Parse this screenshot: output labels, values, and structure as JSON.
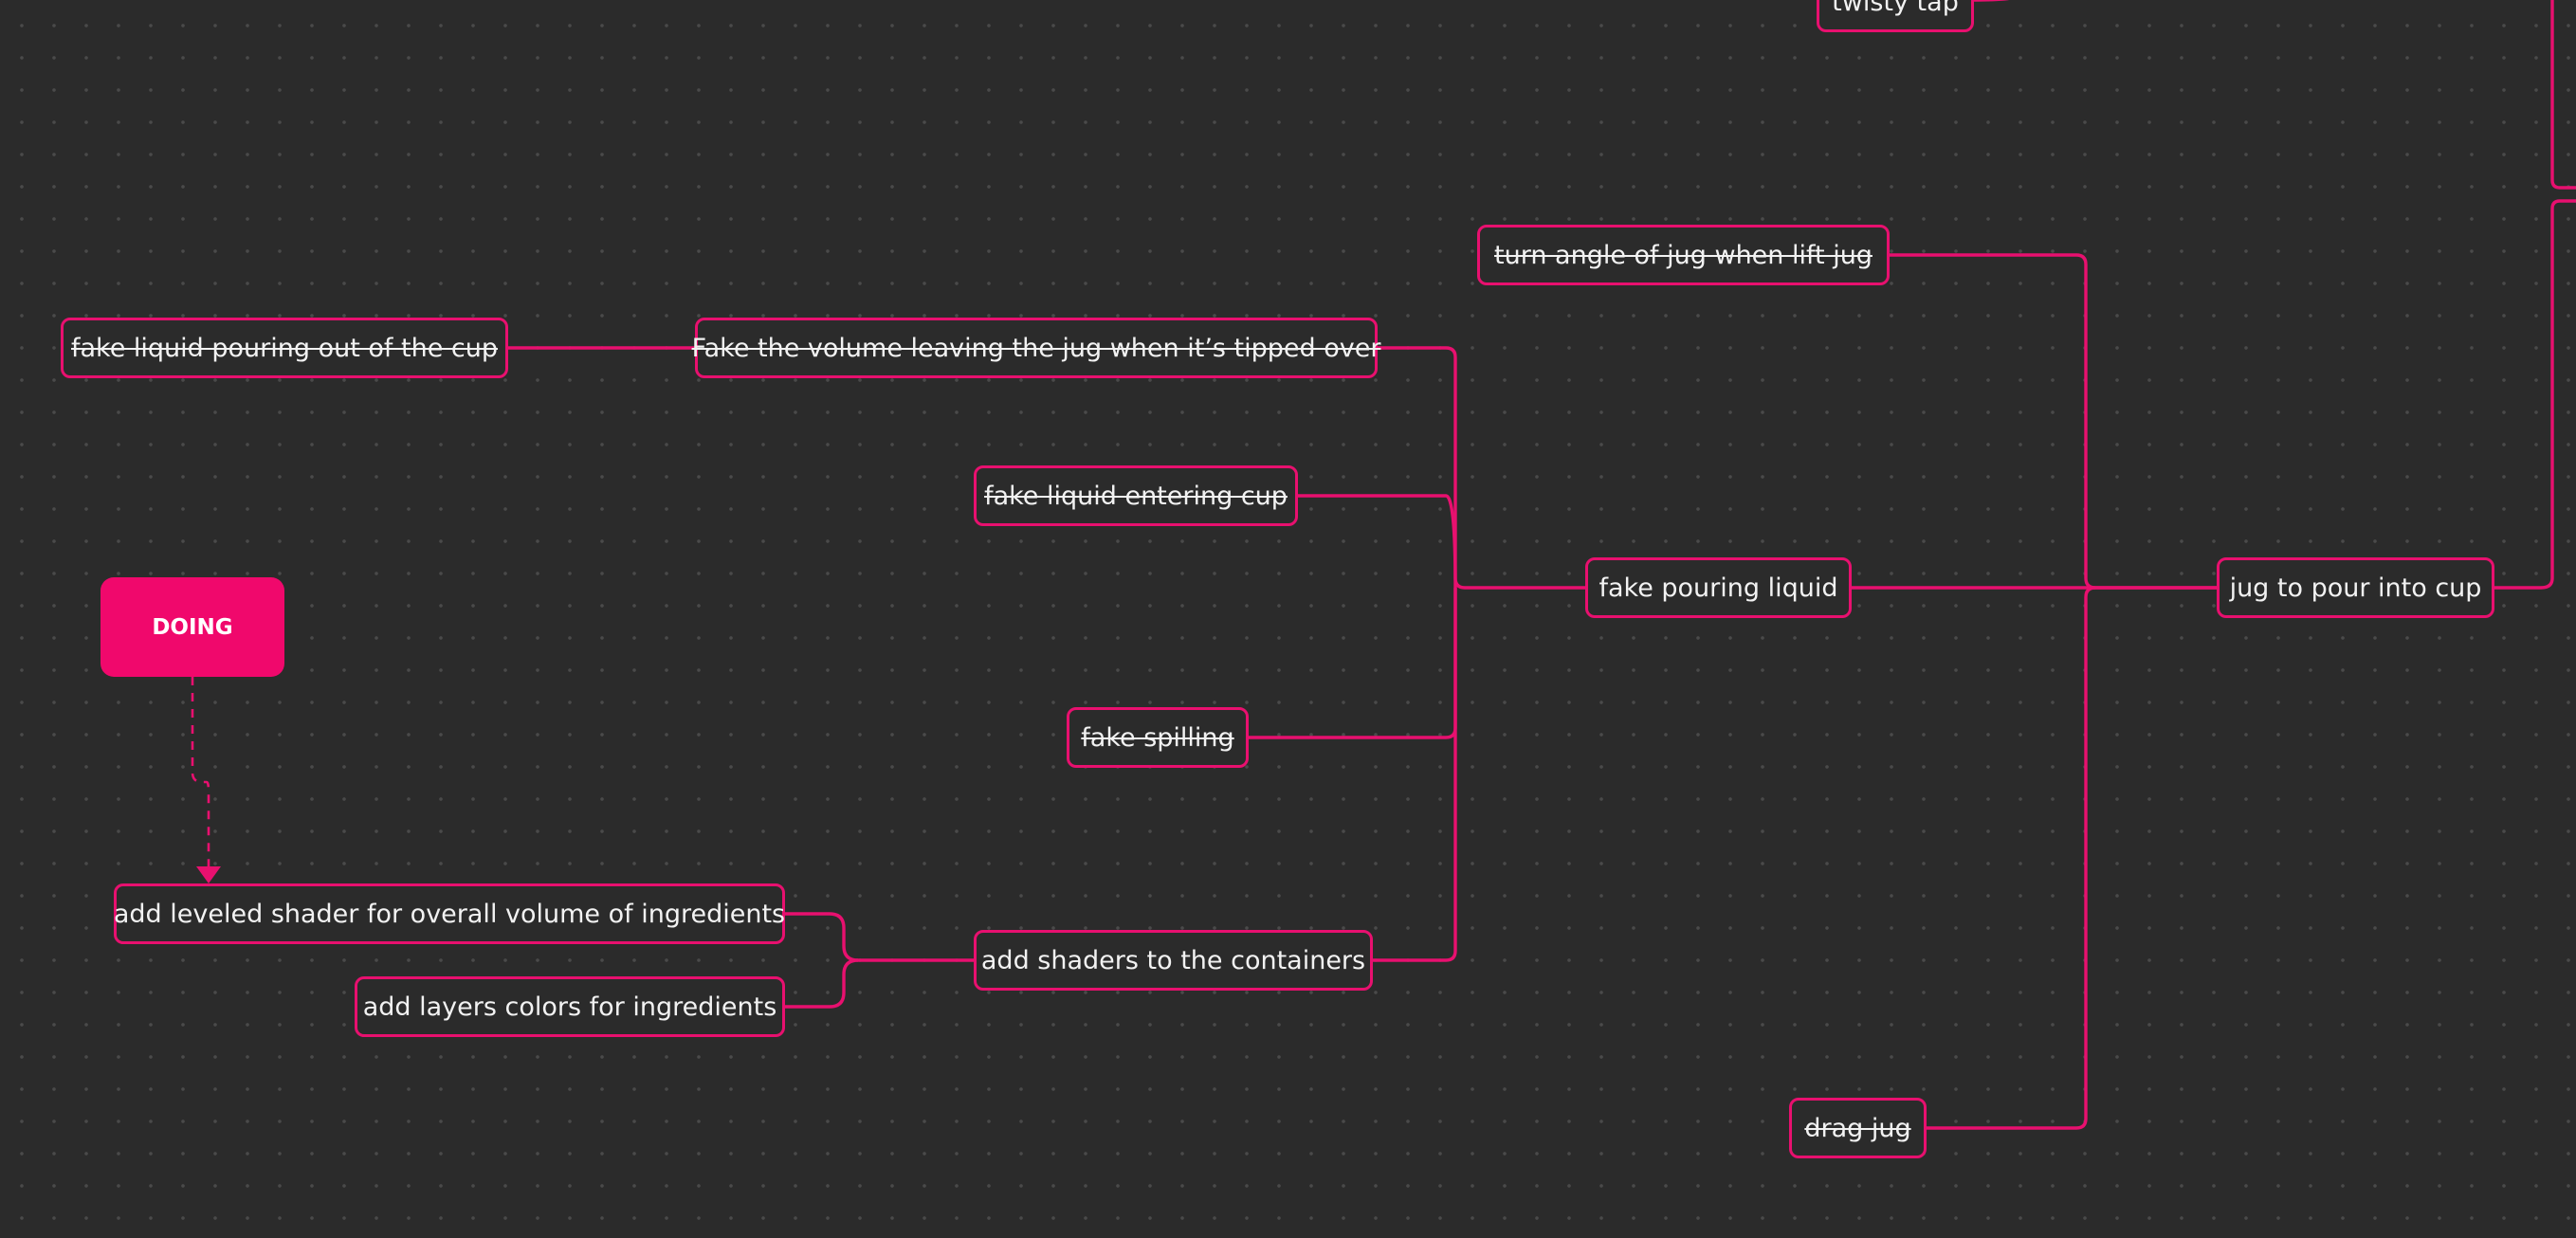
{
  "mindmap": {
    "accent_color": "#e8106f",
    "background_color": "#2b2b2b",
    "sticky_note": {
      "label": "DOING"
    },
    "nodes": {
      "twisty_tap": {
        "label": "twisty tap",
        "done": false
      },
      "turn_angle": {
        "label": "turn angle of jug when lift jug",
        "done": true
      },
      "fake_liquid_out": {
        "label": "fake liquid pouring out of the cup",
        "done": true
      },
      "fake_volume": {
        "label": "Fake the volume leaving the jug when it’s tipped over",
        "done": true
      },
      "fake_entering": {
        "label": "fake liquid entering cup",
        "done": true
      },
      "fake_pouring": {
        "label": "fake pouring liquid",
        "done": false
      },
      "jug_to_pour": {
        "label": "jug to pour into cup",
        "done": false
      },
      "fake_spilling": {
        "label": "fake spilling",
        "done": true
      },
      "leveled_shader": {
        "label": "add leveled shader for overall volume of ingredients",
        "done": false
      },
      "layers_colors": {
        "label": "add layers colors for ingredients",
        "done": false
      },
      "shaders_containers": {
        "label": "add shaders to the containers",
        "done": false
      },
      "drag_jug": {
        "label": "drag jug",
        "done": true
      }
    }
  }
}
